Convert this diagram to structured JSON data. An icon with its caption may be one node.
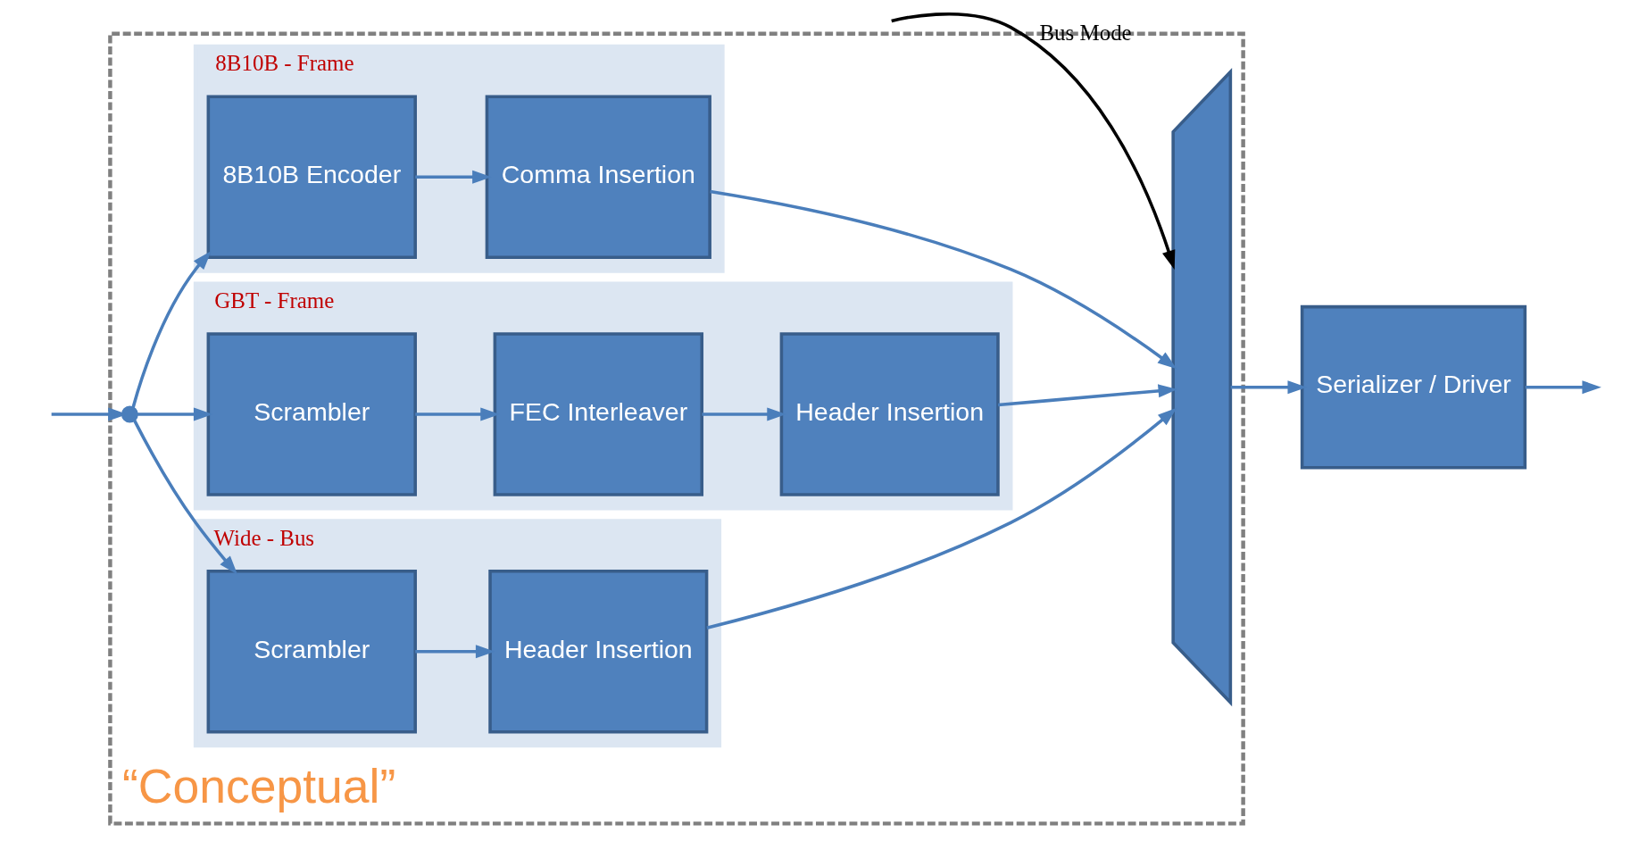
{
  "diagram": {
    "nodes": [
      {
        "text": [
          "“Conceptual”"
        ]
      },
      {
        "text": [
          "Wide - Bus"
        ],
        "in": 0
      },
      {
        "text": [
          "Scrambler"
        ],
        "in": 1
      },
      {
        "text": [
          "Header Insertion"
        ],
        "in": 1
      },
      {
        "text": [
          "GBT - Frame"
        ],
        "in": 0
      },
      {
        "text": [
          "Scrambler"
        ],
        "in": 4
      },
      {
        "text": [
          "FEC Interleaver"
        ],
        "in": 4
      },
      {
        "text": [
          "Header Insertion"
        ],
        "in": 4
      },
      {
        "text": [
          "8B10B - Frame"
        ],
        "in": 0
      },
      {
        "text": [
          "8B10B Encoder"
        ],
        "in": 8
      },
      {
        "text": [
          "Comma Insertion"
        ],
        "in": 8
      },
      {
        "text": [],
        "shape": "circle",
        "in": 0
      },
      {
        "text": [],
        "shape": "trapezoid",
        "in": 0
      },
      {
        "text": [
          "Serializer / Driver"
        ]
      }
    ],
    "edges": [
      {
        "from": null,
        "to": 11,
        "arrow": "to"
      },
      {
        "from": 11,
        "to": 2,
        "arrow": "to"
      },
      {
        "from": 11,
        "to": 5,
        "arrow": "to"
      },
      {
        "from": 11,
        "to": 9,
        "arrow": "to"
      },
      {
        "from": 2,
        "to": 3,
        "arrow": "to"
      },
      {
        "from": 5,
        "to": 6,
        "arrow": "to"
      },
      {
        "from": 6,
        "to": 7,
        "arrow": "to"
      },
      {
        "from": 9,
        "to": 10,
        "arrow": "to"
      },
      {
        "from": 3,
        "to": 12,
        "arrow": "to"
      },
      {
        "from": 7,
        "to": 12,
        "arrow": "to"
      },
      {
        "from": 10,
        "to": 12,
        "arrow": "to"
      },
      {
        "from": null,
        "to": 12,
        "arrow": "to",
        "label": "Bus Mode",
        "color": "#000000"
      },
      {
        "from": 12,
        "to": 13,
        "arrow": "to"
      },
      {
        "from": 13,
        "to": null,
        "arrow": "to"
      }
    ]
  }
}
